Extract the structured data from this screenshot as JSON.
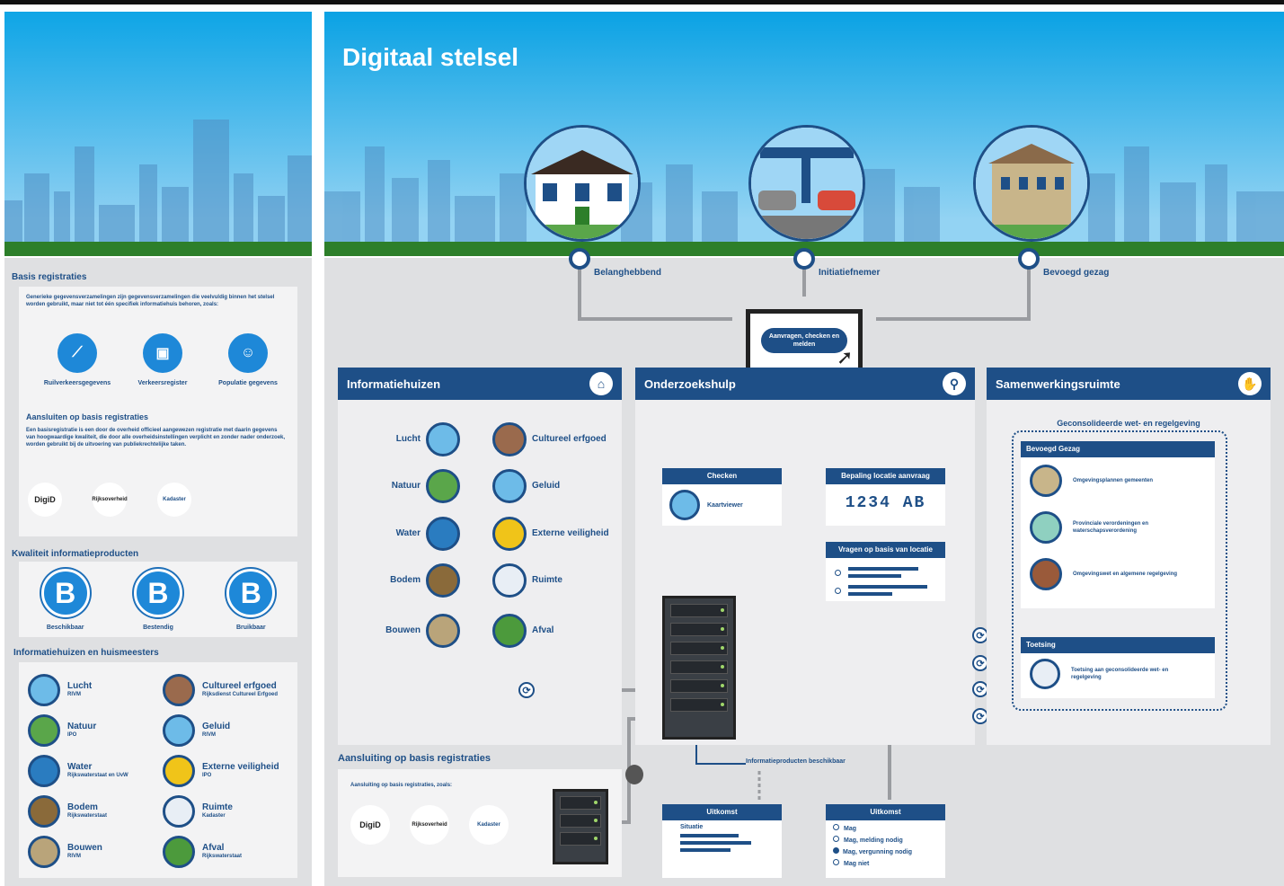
{
  "title": "Digitaal stelsel",
  "actors": [
    "Belanghebbend",
    "Initiatiefnemer",
    "Bevoegd gezag"
  ],
  "monitor_button": "Aanvragen, checken en melden",
  "left": {
    "basis_title": "Basis registraties",
    "basis_text": "Generieke gegevensverzamelingen zijn gegevensverzamelingen die veelvuldig binnen het stelsel worden gebruikt, maar niet tot één specifiek informatiehuis behoren, zoals:",
    "basis_items": [
      "Ruilverkeersgegevens",
      "Verkeersregister",
      "Populatie gegevens"
    ],
    "aansluiten_title": "Aansluiten op basis registraties",
    "aansluiten_text": "Een basisregistratie is een door de overheid officieel aangewezen registratie met daarin gegevens van hoogwaardige kwaliteit, die door alle overheidsinstellingen verplicht en zonder nader onderzoek, worden gebruikt bij de uitvoering van publiekrechtelijke taken.",
    "logos": [
      "DigiD",
      "Rijksoverheid",
      "Kadaster"
    ],
    "kwaliteit_title": "Kwaliteit informatieproducten",
    "kwaliteit_items": [
      "Beschikbaar",
      "Bestendig",
      "Bruikbaar"
    ],
    "kwaliteit_letter": "B",
    "huizen_title": "Informatiehuizen en huismeesters",
    "huizen": [
      {
        "name": "Lucht",
        "owner": "RIVM"
      },
      {
        "name": "Cultureel erfgoed",
        "owner": "Rijksdienst Cultureel Erfgoed"
      },
      {
        "name": "Natuur",
        "owner": "IPO"
      },
      {
        "name": "Geluid",
        "owner": "RIVM"
      },
      {
        "name": "Water",
        "owner": "Rijkswaterstaat en UvW"
      },
      {
        "name": "Externe veiligheid",
        "owner": "IPO"
      },
      {
        "name": "Bodem",
        "owner": "Rijkswaterstaat"
      },
      {
        "name": "Ruimte",
        "owner": "Kadaster"
      },
      {
        "name": "Bouwen",
        "owner": "RIVM"
      },
      {
        "name": "Afval",
        "owner": "Rijkswaterstaat"
      }
    ]
  },
  "panels": {
    "informatiehuizen": "Informatiehuizen",
    "onderzoekshulp": "Onderzoekshulp",
    "samenwerkingsruimte": "Samenwerkingsruimte"
  },
  "themes_left": [
    "Lucht",
    "Natuur",
    "Water",
    "Bodem",
    "Bouwen"
  ],
  "themes_right": [
    "Cultureel erfgoed",
    "Geluid",
    "Externe veiligheid",
    "Ruimte",
    "Afval"
  ],
  "checken": {
    "title": "Checken",
    "item": "Kaartviewer"
  },
  "bepaling": {
    "title": "Bepaling locatie aanvraag",
    "code": "1234 AB"
  },
  "vragen": {
    "title": "Vragen op basis van locatie"
  },
  "aansluiting": {
    "title": "Aansluiting op basis registraties",
    "text": "Aansluiting op basis registraties, zoals:"
  },
  "beschikbaar": "Informatieproducten beschikbaar",
  "uitkomst1": {
    "title": "Uitkomst",
    "subtitle": "Situatie"
  },
  "uitkomst2": {
    "title": "Uitkomst",
    "options": [
      "Mag",
      "Mag, melding nodig",
      "Mag, vergunning nodig",
      "Mag niet"
    ]
  },
  "samen": {
    "heading": "Geconsolideerde wet- en regelgeving",
    "group": "Bevoegd Gezag",
    "items": [
      "Omgevingsplannen gemeenten",
      "Provinciale verordeningen en waterschapsverordening",
      "Omgevingswet en algemene regelgeving"
    ],
    "toetsing_title": "Toetsing",
    "toetsing_item": "Toetsing aan geconsolideerde wet- en regelgeving"
  },
  "colors": {
    "brand": "#1e4f87",
    "accent": "#1e88d8",
    "sky": "#0aa2e4",
    "grass": "#2d7f2a"
  }
}
